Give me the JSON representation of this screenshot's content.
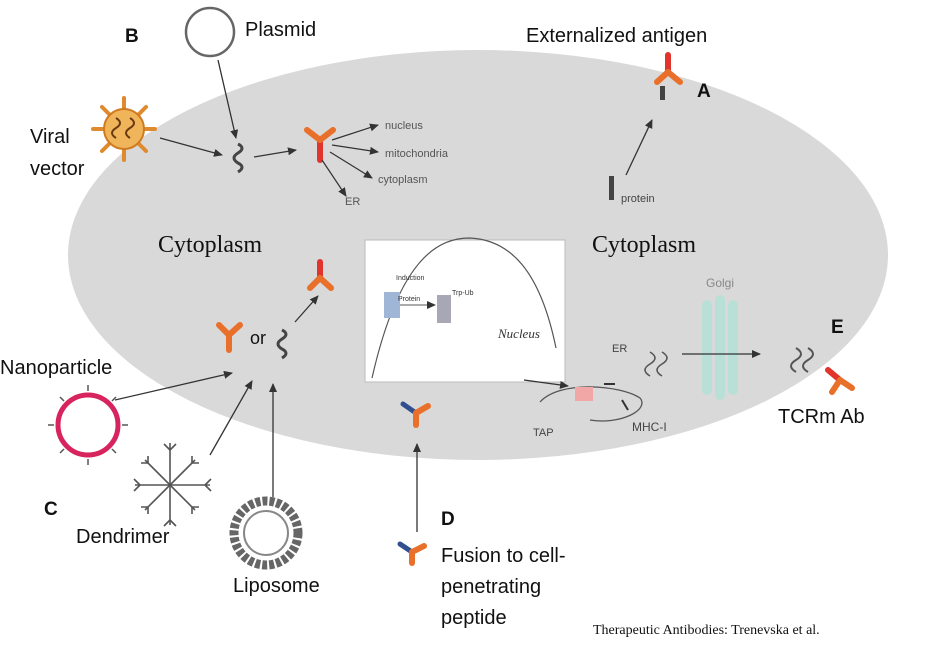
{
  "panel_letters": {
    "a": "A",
    "b": "B",
    "c": "C",
    "d": "D",
    "e": "E"
  },
  "labels": {
    "plasmid": "Plasmid",
    "viral_vector": [
      "Viral",
      "vector"
    ],
    "externalized_antigen": "Externalized antigen",
    "cytoplasm_left": "Cytoplasm",
    "cytoplasm_right": "Cytoplasm",
    "nanoparticle": "Nanoparticle",
    "dendrimer": "Dendrimer",
    "liposome": "Liposome",
    "fusion": [
      "Fusion to cell-",
      "penetrating",
      "peptide"
    ],
    "tcrm_ab": "TCRm Ab",
    "or": "or",
    "nucleus": "Nucleus",
    "golgi": "Golgi",
    "er": "ER",
    "tap": "TAP",
    "mhc": "MHC-I",
    "protein": "protein"
  },
  "targets": [
    "nucleus",
    "mitochondria",
    "cytoplasm",
    "ER"
  ],
  "nucleus_inset": [
    "Induction",
    "Protein",
    "Trp-Ub"
  ],
  "citation": "Therapeutic Antibodies: Trenevska et al.",
  "colors": {
    "cell": "#d9d9d9",
    "antibody_orange": "#e8702a",
    "antibody_red": "#e0342d",
    "antibody_blue": "#2f4f8f",
    "golgi": "#b9e0d6",
    "nanoparticle": "#d8245e"
  }
}
